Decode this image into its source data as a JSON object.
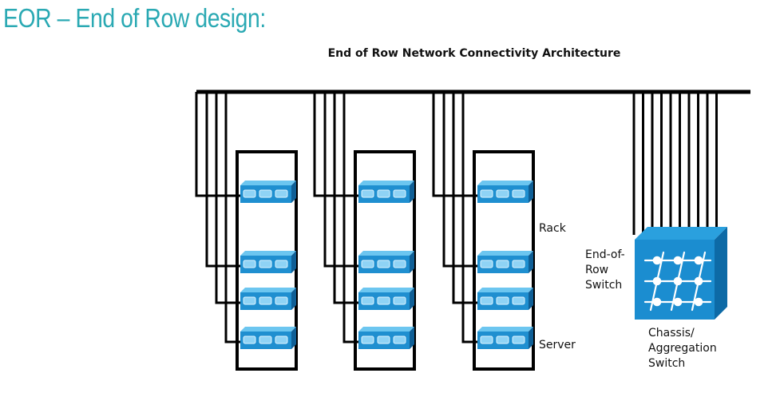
{
  "slide": {
    "title": "EOR – End of Row design:"
  },
  "diagram": {
    "title": "End of Row Network Connectivity Architecture",
    "labels": {
      "rack": "Rack",
      "server": "Server",
      "eor": [
        "End-of-",
        "Row",
        "Switch"
      ],
      "chassis": [
        "Chassis/",
        "Aggregation",
        "Switch"
      ]
    },
    "racks": [
      {
        "servers": 4
      },
      {
        "servers": 4
      },
      {
        "servers": 4
      }
    ],
    "colors": {
      "server_face": "#1f8fd0",
      "server_top": "#6cc6f0",
      "server_side": "#0f5f96",
      "chassis_front": "#1b8dd0",
      "chassis_top": "#2aa0de",
      "chassis_side": "#0d6aa6",
      "line": "#000000"
    }
  }
}
